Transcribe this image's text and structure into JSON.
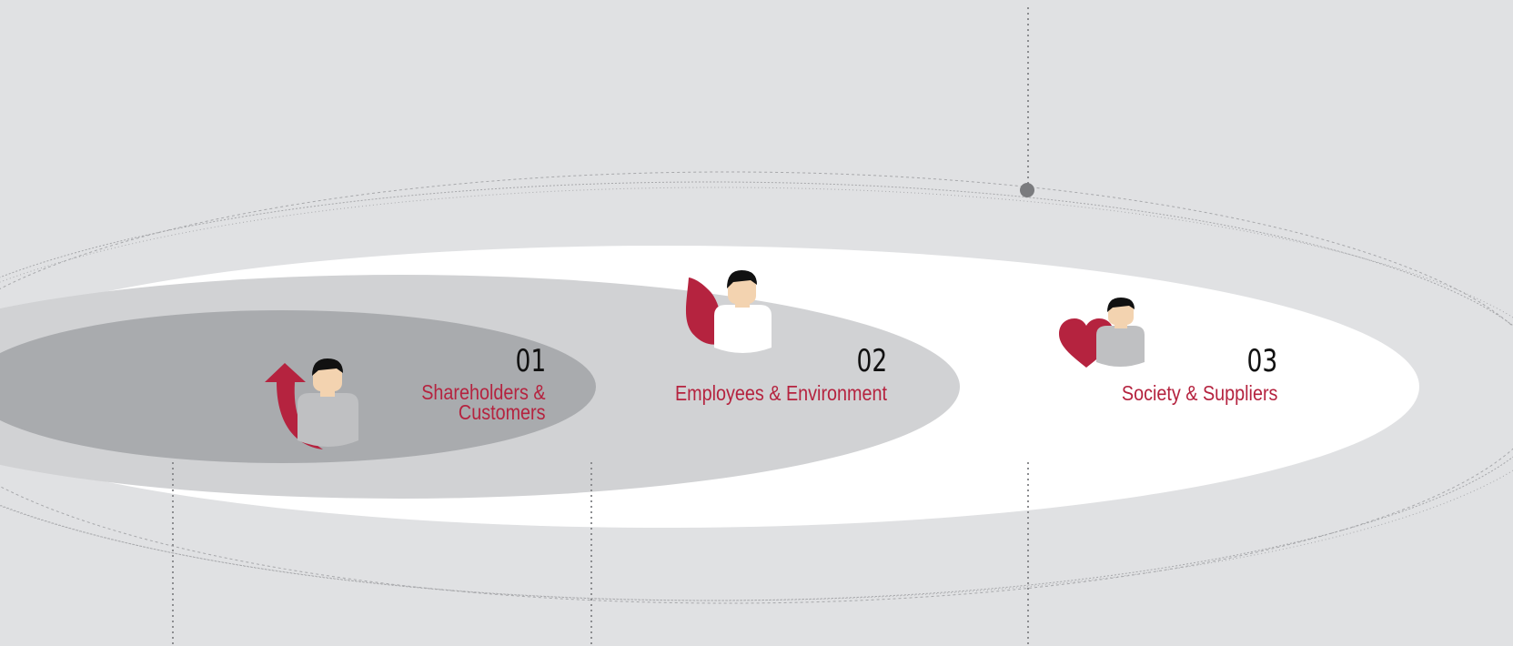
{
  "colors": {
    "background": "#e0e1e3",
    "ring_white": "#ffffff",
    "ring_mid": "#d1d2d4",
    "ring_inner": "#a9abae",
    "accent": "#b5233f",
    "number_text": "#111111",
    "connector": "#8c8d90",
    "figure_body_grey": "#bfc0c2",
    "figure_body_white": "#ffffff",
    "figure_skin": "#f3d3b0",
    "figure_hair": "#111111"
  },
  "stakeholders": [
    {
      "number": "01",
      "line1": "Shareholders &",
      "line2": "Customers",
      "icon": "rising-arrow-person-icon"
    },
    {
      "number": "02",
      "line1": "Employees & Environment",
      "line2": "",
      "icon": "leaf-person-icon"
    },
    {
      "number": "03",
      "line1": "Society & Suppliers",
      "line2": "",
      "icon": "heart-person-icon"
    }
  ]
}
